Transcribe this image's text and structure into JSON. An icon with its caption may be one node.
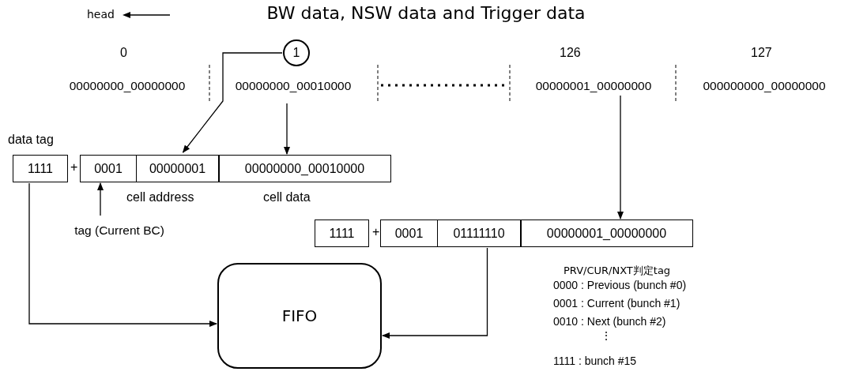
{
  "diagram": {
    "title": "BW data, NSW data and Trigger data",
    "nodes": [
      {
        "text": [
          "1"
        ]
      },
      {
        "text": [
          "00000000_00000000"
        ],
        "beside": [
          "0"
        ]
      },
      {
        "text": [
          "00000000_00010000"
        ]
      },
      {
        "text": [
          "00000001_00000000"
        ],
        "beside": [
          "126"
        ]
      },
      {
        "text": [
          "000000000_00000000"
        ],
        "beside": [
          "127"
        ]
      },
      {
        "text": [
          "1111"
        ],
        "beside": [
          "data tag"
        ]
      },
      {
        "text": [
          "0001"
        ]
      },
      {
        "text": [
          "00000001"
        ],
        "beside": [
          "cell address"
        ]
      },
      {
        "text": [
          "00000000_00010000"
        ],
        "beside": [
          "cell data"
        ]
      },
      {
        "text": [
          "tag (Current BC)"
        ]
      },
      {
        "text": [
          "1111"
        ]
      },
      {
        "text": [
          "0001"
        ]
      },
      {
        "text": [
          "01111110"
        ]
      },
      {
        "text": [
          "00000001_00000000"
        ]
      },
      {
        "text": [
          "FIFO"
        ]
      }
    ],
    "edges": [
      {
        "from": 0,
        "to": 7,
        "arrow": "to"
      },
      {
        "from": 2,
        "to": 8,
        "arrow": "to"
      },
      {
        "from": 3,
        "to": 13,
        "arrow": "to"
      },
      {
        "from": 9,
        "to": 6,
        "arrow": "to"
      },
      {
        "from": 5,
        "to": 14,
        "arrow": "to"
      },
      {
        "from": 12,
        "to": 14,
        "arrow": "to"
      }
    ],
    "labels": [
      "head",
      "+",
      "+",
      "PRV/CUR/NXT判定tag",
      "0000 : Previous (bunch #0)",
      "0001 : Current (bunch #1)",
      "0010 : Next (bunch #2)",
      "⋮",
      "1111 : bunch #15"
    ]
  }
}
